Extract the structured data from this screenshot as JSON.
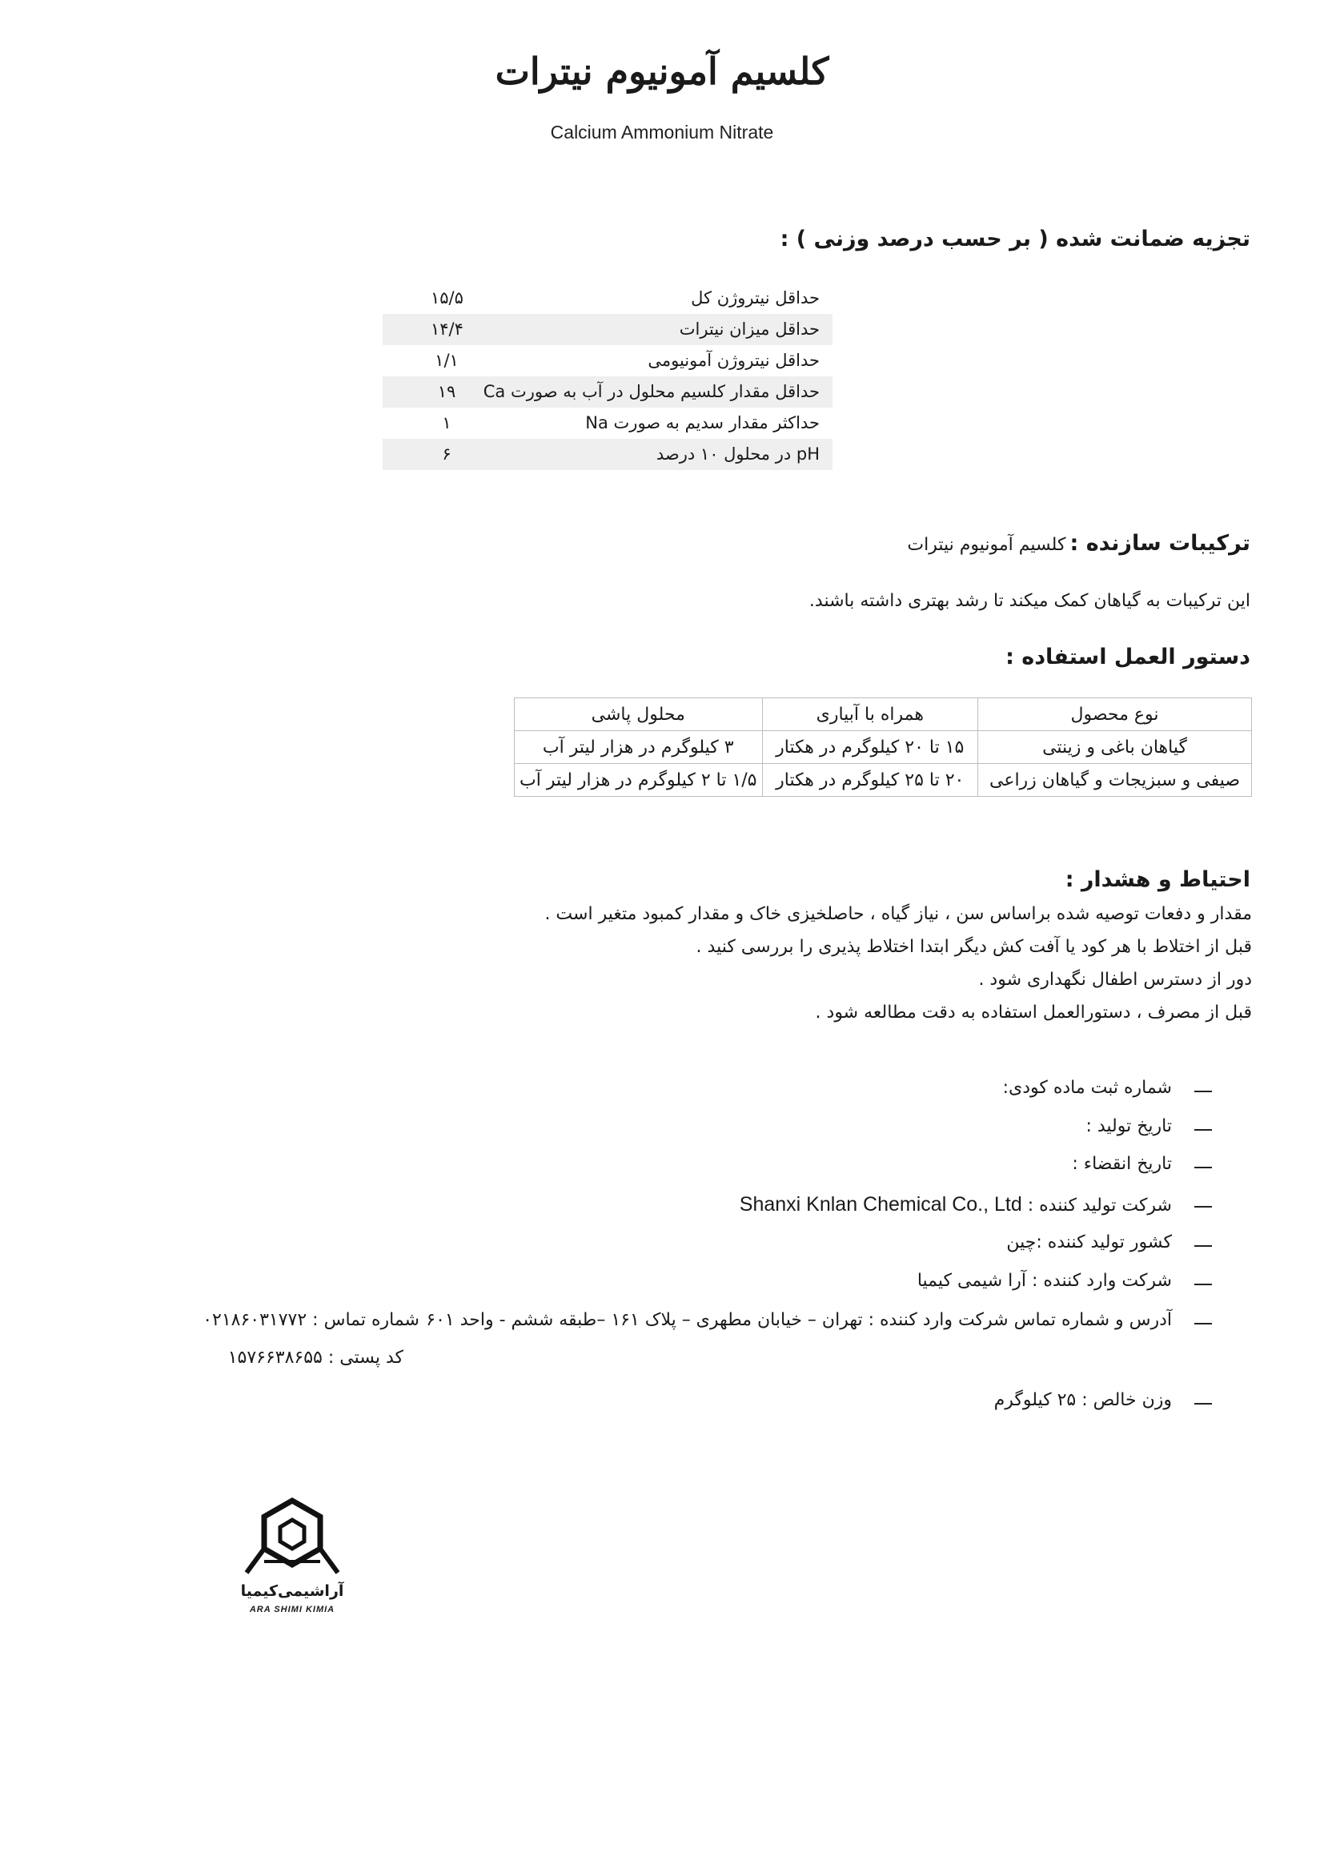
{
  "header": {
    "title": "کلسیم آمونیوم نیترات",
    "subtitle": "Calcium Ammonium Nitrate"
  },
  "analysis": {
    "heading": "تجزیه ضمانت شده ( بر حسب درصد وزنی ) :",
    "rows": [
      {
        "label": "حداقل نیتروژن کل",
        "value": "۱۵/۵"
      },
      {
        "label": "حداقل میزان نیترات",
        "value": "۱۴/۴"
      },
      {
        "label": "حداقل نیتروژن آمونیومی",
        "value": "۱/۱"
      },
      {
        "label": "حداقل مقدار کلسیم محلول در آب به صورت Ca",
        "value": "۱۹"
      },
      {
        "label": "حداکثر مقدار سدیم به صورت Na",
        "value": "۱"
      },
      {
        "label": "pH در محلول ۱۰ درصد",
        "value": "۶"
      }
    ]
  },
  "composition": {
    "label": "ترکیبات سازنده :",
    "value": "کلسیم آمونیوم نیترات",
    "description": "این ترکیبات به گیاهان کمک میکند تا رشد بهتری داشته باشند."
  },
  "usage": {
    "heading": "دستور العمل  استفاده :",
    "headers": [
      "نوع محصول",
      "همراه با  آبیاری",
      "محلول پاشی"
    ],
    "rows": [
      [
        "گیاهان باغی و زینتی",
        "۱۵ تا ۲۰ کیلوگرم در هکتار",
        "۳ کیلوگرم در هزار لیتر آب"
      ],
      [
        "صیفی  و سبزیجات و گیاهان زراعی",
        "۲۰ تا ۲۵ کیلوگرم در هکتار",
        "۱/۵ تا ۲ کیلوگرم در هزار لیتر آب"
      ]
    ]
  },
  "warnings": {
    "heading": "احتیاط و هشدار :",
    "lines": [
      "مقدار و دفعات توصیه شده براساس سن ، نیاز گیاه ، حاصلخیزی خاک و مقدار کمبود متغیر است .",
      "قبل از اختلاط با هر کود یا آفت کش دیگر ابتدا اختلاط پذیری را بررسی کنید .",
      "دور از دسترس اطفال نگهداری شود .",
      "قبل از مصرف ، دستورالعمل استفاده به دقت مطالعه شود ."
    ]
  },
  "details": {
    "registration": "شماره ثبت ماده کودی:",
    "production_date": "تاریخ تولید :",
    "expiry_date": "تاریخ انقضاء :",
    "manufacturer_label": "شرکت تولید کننده :",
    "manufacturer_value": "Shanxi Knlan Chemical Co., Ltd",
    "country": "کشور تولید کننده :چین",
    "importer": "شرکت وارد کننده : آرا شیمی کیمیا",
    "address": "آدرس و شماره تماس شرکت وارد کننده : تهران – خیابان مطهری – پلاک ۱۶۱ –طبقه ششم - واحد ۶۰۱",
    "phone": "شماره تماس : ۰۲۱۸۶۰۳۱۷۷۲",
    "postal": "کد  پستی  : ۱۵۷۶۶۳۸۶۵۵",
    "net_weight": "وزن خالص :  ۲۵ کیلوگرم"
  },
  "logo": {
    "fa": "آراشیمی‌کیمیا",
    "en": "ARA SHIMI KIMIA"
  }
}
